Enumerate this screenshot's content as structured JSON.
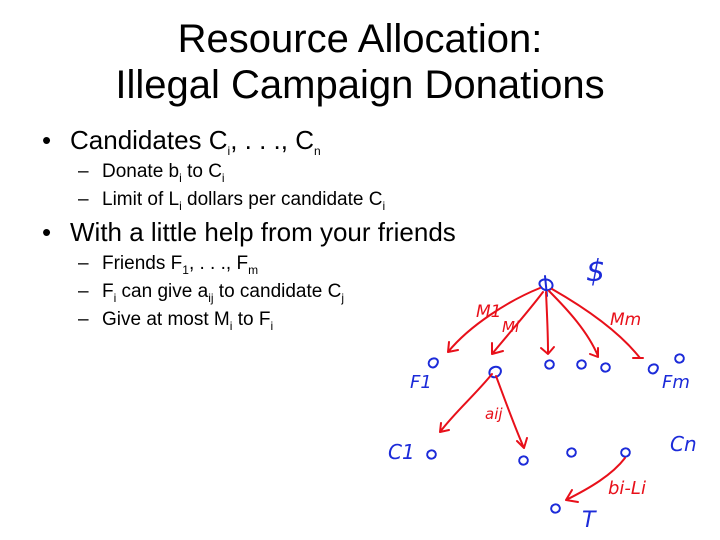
{
  "slide": {
    "title_line1": "Resource Allocation:",
    "title_line2": "Illegal Campaign Donations"
  },
  "bullets": {
    "b1": {
      "text": "Candidates C",
      "sub1": "i",
      "mid": ", . . ., C",
      "sub2": "n"
    },
    "b1_1": {
      "pre": "Donate b",
      "sub1": "i",
      "mid": " to C",
      "sub2": "i"
    },
    "b1_2": {
      "pre": "Limit of L",
      "sub1": "i",
      "mid": " dollars per candidate C",
      "sub2": "i"
    },
    "b2": {
      "text": "With a little help from your friends"
    },
    "b2_1": {
      "pre": "Friends F",
      "sub1": "1",
      "mid": ", . . ., F",
      "sub2": "m"
    },
    "b2_2": {
      "pre": "F",
      "sub1": "i",
      "mid": " can give a",
      "sub2": "ij",
      "post": " to candidate C",
      "sub3": "j"
    },
    "b2_3": {
      "pre": "Give at most M",
      "sub1": "i",
      "mid": " to F",
      "sub2": "i"
    }
  },
  "annotations": {
    "source": "$",
    "m1": "M1",
    "mi": "Mi",
    "mm": "Mm",
    "f1": "F1",
    "fm": "Fm",
    "aij": "aij",
    "c1": "C1",
    "cn": "Cn",
    "capacity": "bi-Li",
    "sink": "T"
  },
  "colors": {
    "ink_red": "#e8101a",
    "ink_blue": "#1c2bd9"
  }
}
